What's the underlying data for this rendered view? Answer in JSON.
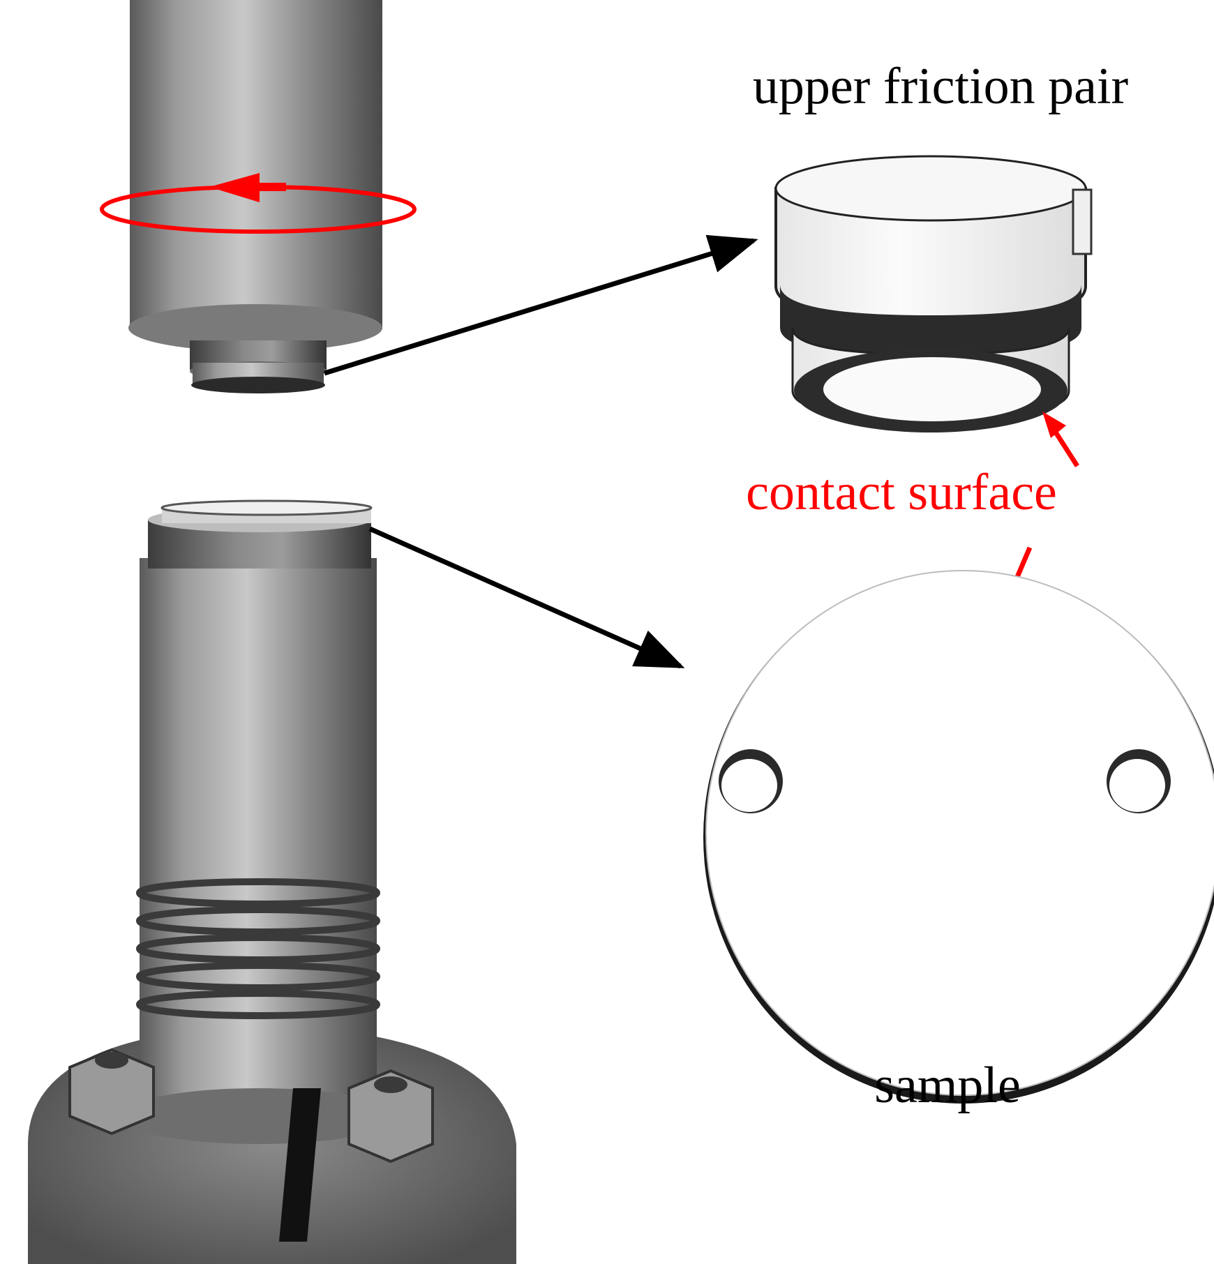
{
  "labels": {
    "upper_friction_pair": "upper friction pair",
    "contact_surface": "contact surface",
    "sample": "sample"
  },
  "colors": {
    "annotation_red": "#ff0000",
    "arrow_black": "#000000",
    "background": "#ffffff"
  },
  "elements": {
    "upper_shaft": "rotating upper shaft (photo)",
    "lower_holder": "lower sample holder (photo)",
    "rotation_arrow": "counter-clockwise rotation indicator",
    "ring_model": "3D ring model",
    "disc_model": "3D sample disc with two holes"
  }
}
